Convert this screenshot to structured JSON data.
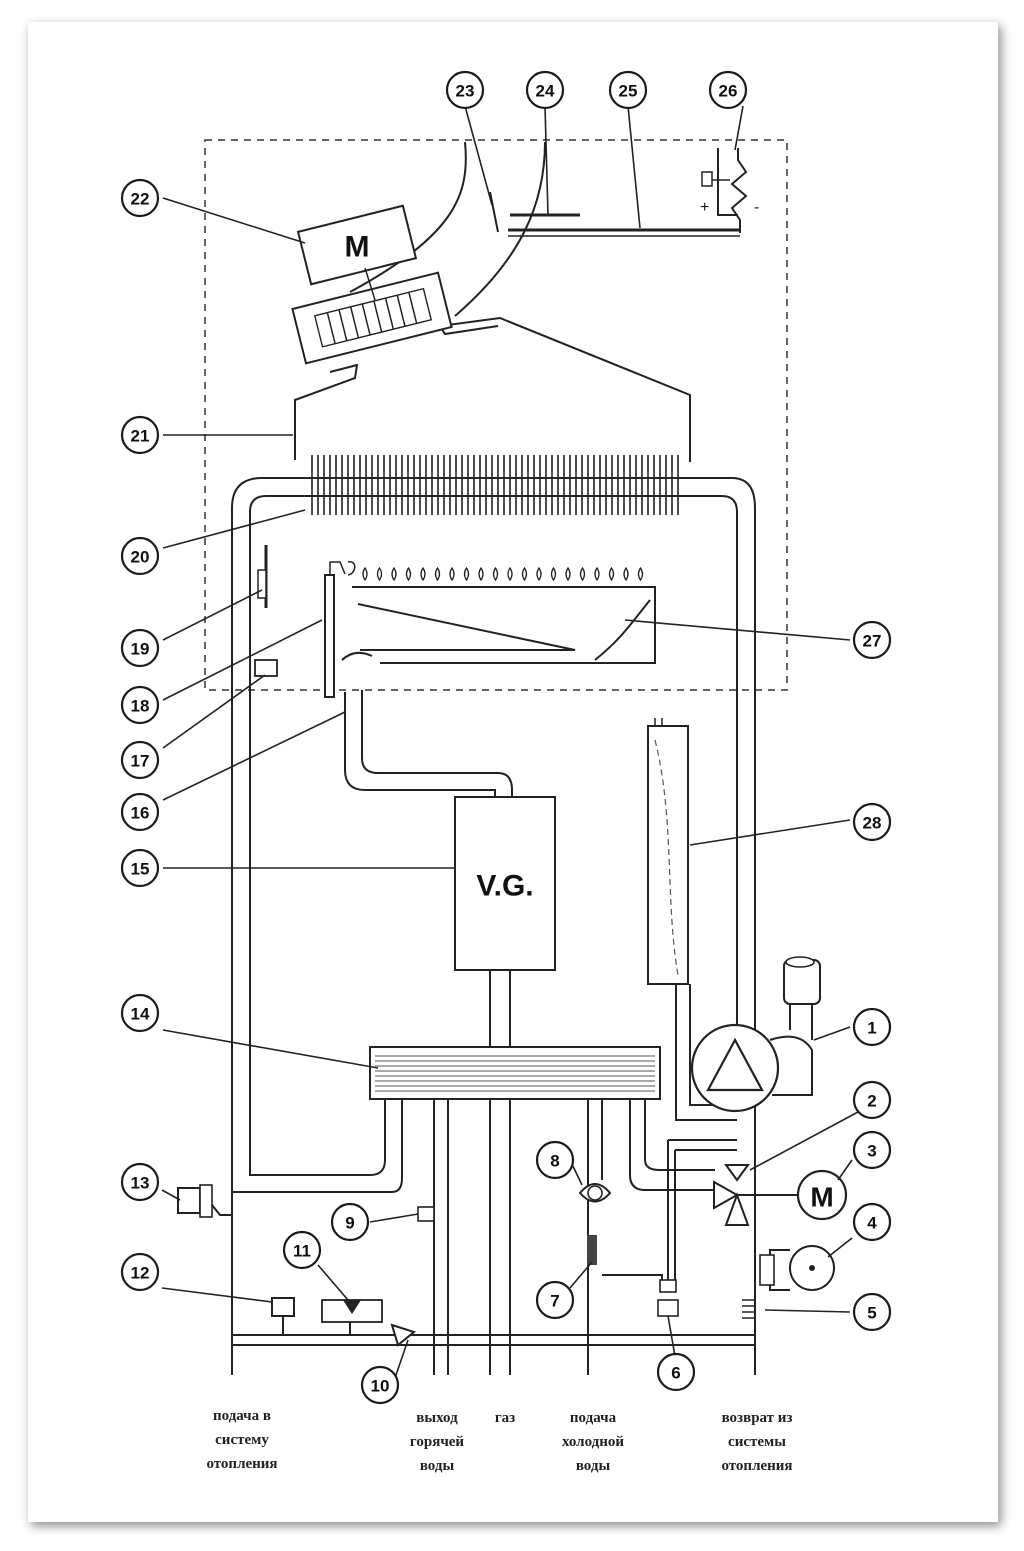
{
  "unit_labels": {
    "fan_motor": "M",
    "valve_motor": "M",
    "gas_valve": "V.G."
  },
  "callouts": [
    {
      "id": "c1",
      "text": "1"
    },
    {
      "id": "c2",
      "text": "2"
    },
    {
      "id": "c3",
      "text": "3"
    },
    {
      "id": "c4",
      "text": "4"
    },
    {
      "id": "c5",
      "text": "5"
    },
    {
      "id": "c6",
      "text": "6"
    },
    {
      "id": "c7",
      "text": "7"
    },
    {
      "id": "c8",
      "text": "8"
    },
    {
      "id": "c9",
      "text": "9"
    },
    {
      "id": "c10",
      "text": "10"
    },
    {
      "id": "c11",
      "text": "11"
    },
    {
      "id": "c12",
      "text": "12"
    },
    {
      "id": "c13",
      "text": "13"
    },
    {
      "id": "c14",
      "text": "14"
    },
    {
      "id": "c15",
      "text": "15"
    },
    {
      "id": "c16",
      "text": "16"
    },
    {
      "id": "c17",
      "text": "17"
    },
    {
      "id": "c18",
      "text": "18"
    },
    {
      "id": "c19",
      "text": "19"
    },
    {
      "id": "c20",
      "text": "20"
    },
    {
      "id": "c21",
      "text": "21"
    },
    {
      "id": "c22",
      "text": "22"
    },
    {
      "id": "c23",
      "text": "23"
    },
    {
      "id": "c24",
      "text": "24"
    },
    {
      "id": "c25",
      "text": "25"
    },
    {
      "id": "c26",
      "text": "26"
    },
    {
      "id": "c27",
      "text": "27"
    },
    {
      "id": "c28",
      "text": "28"
    }
  ],
  "sensor_signs": {
    "plus": "+",
    "minus": "-"
  },
  "captions": {
    "heating_supply": [
      "подача в",
      "систему",
      "отопления"
    ],
    "hot_water_out": [
      "выход",
      "горячей",
      "воды"
    ],
    "gas": [
      "газ"
    ],
    "cold_water_in": [
      "подача",
      "холодной",
      "воды"
    ],
    "heating_return": [
      "возврат из",
      "системы",
      "отопления"
    ]
  }
}
